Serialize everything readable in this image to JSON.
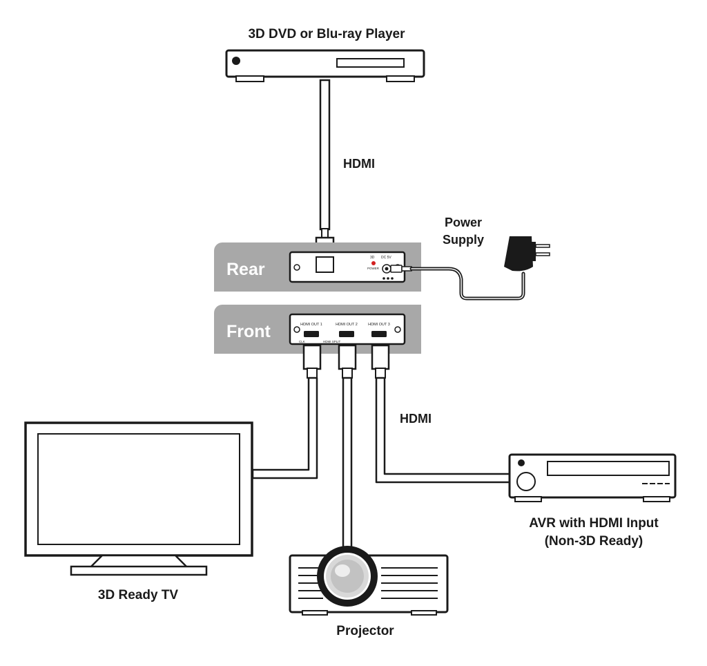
{
  "devices": {
    "source": "3D DVD or Blu-ray Player",
    "tv": "3D Ready TV",
    "projector": "Projector",
    "avr_line1": "AVR with HDMI Input",
    "avr_line2": "(Non-3D Ready)",
    "power_line1": "Power",
    "power_line2": "Supply"
  },
  "cables": {
    "input_label": "HDMI",
    "output_label": "HDMI"
  },
  "splitter": {
    "rear_label": "Rear",
    "front_label": "Front",
    "rear_port_3d": "3D",
    "rear_port_dc": "DC 5V",
    "rear_port_power": "POWER",
    "front_ports": [
      "HDMI OUT 1",
      "HDMI OUT 2",
      "HDMI OUT 3"
    ],
    "front_sub_1": "CLK",
    "front_sub_2": "HDMI SPLIT"
  },
  "colors": {
    "panel_gray": "#a8a8a8",
    "line": "#1a1a1a",
    "cable_fill": "#ffffff",
    "led_red": "#d22020"
  }
}
